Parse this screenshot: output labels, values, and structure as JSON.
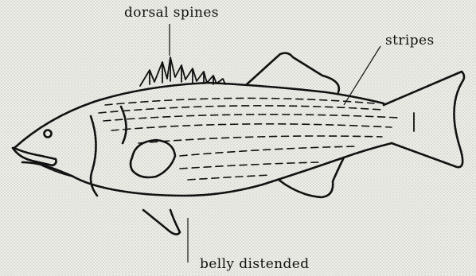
{
  "labels": {
    "dorsal_spines": "dorsal spines",
    "stripes": "stripes",
    "belly_distended": "belly distended"
  },
  "colors": {
    "ink": "#111111",
    "paper": "#efefe9"
  }
}
